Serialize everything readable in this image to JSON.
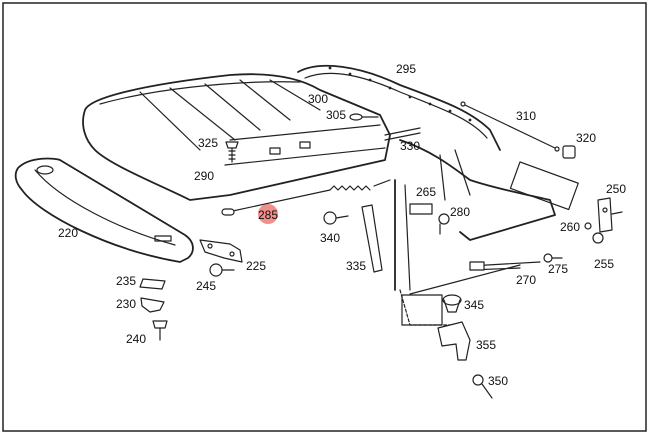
{
  "diagram": {
    "highlight_color": "#e8453c",
    "highlighted_part": "285",
    "labels": {
      "p220": "220",
      "p225": "225",
      "p230": "230",
      "p235": "235",
      "p240": "240",
      "p245": "245",
      "p250": "250",
      "p255": "255",
      "p260": "260",
      "p265": "265",
      "p270": "270",
      "p275": "275",
      "p280": "280",
      "p285": "285",
      "p290": "290",
      "p295": "295",
      "p300": "300",
      "p305": "305",
      "p310": "310",
      "p320": "320",
      "p325": "325",
      "p330": "330",
      "p335": "335",
      "p340": "340",
      "p345": "345",
      "p350": "350",
      "p355": "355"
    }
  }
}
